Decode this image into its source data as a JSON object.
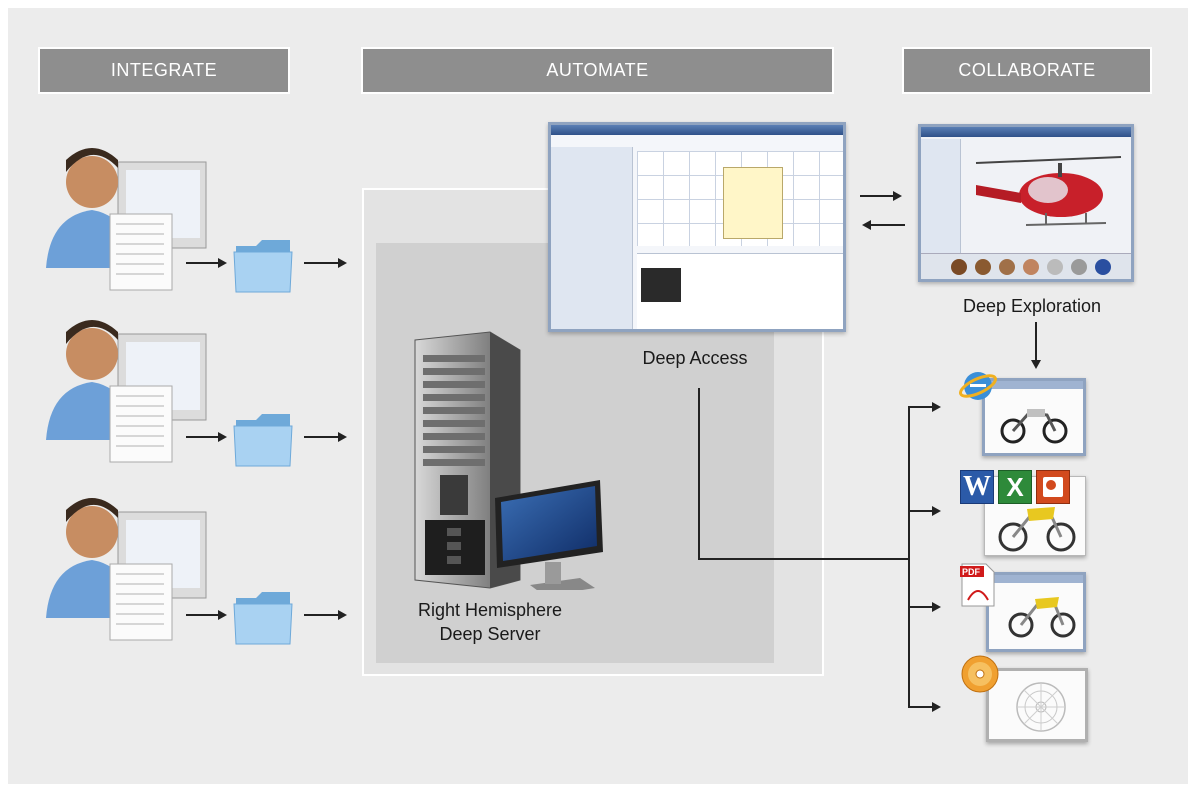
{
  "headers": {
    "integrate": "INTEGRATE",
    "automate": "AUTOMATE",
    "collaborate": "COLLABORATE"
  },
  "captions": {
    "deep_access": "Deep Access",
    "deep_exploration": "Deep Exploration",
    "server_line1": "Right Hemisphere",
    "server_line2": "Deep Server"
  },
  "colors": {
    "background": "#ececec",
    "header": "#8e8e8e",
    "arrow": "#222222",
    "folder": "#8fc0e8",
    "helicopter": "#c8202a"
  },
  "icons": {
    "users": [
      "user-workstation-icon",
      "user-workstation-icon",
      "user-workstation-icon"
    ],
    "folders": [
      "folder-icon",
      "folder-icon",
      "folder-icon"
    ],
    "server": "server-tower-icon",
    "outputs": [
      "internet-explorer-icon",
      "word-excel-powerpoint-icons",
      "pdf-icon",
      "cd-disc-icon"
    ]
  }
}
